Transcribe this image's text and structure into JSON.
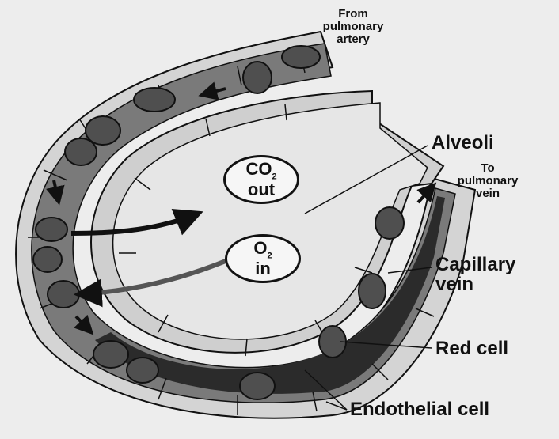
{
  "labels": {
    "from_artery": [
      "From",
      "pulmonary",
      "artery"
    ],
    "alveoli": "Alveoli",
    "to_vein": [
      "To",
      "pulmonary",
      "vein"
    ],
    "capillary_vein": [
      "Capillary",
      "vein"
    ],
    "red_cell": "Red cell",
    "endothelial_cell": "Endothelial cell"
  },
  "bubbles": {
    "co2": {
      "formula": "CO",
      "subscript": "2",
      "word": "out"
    },
    "o2": {
      "formula": "O",
      "subscript": "2",
      "word": "in"
    }
  },
  "colors": {
    "background": "#ededed",
    "outer_wall": "#d4d4d4",
    "capillary_dark": "#2b2b2b",
    "capillary_mid": "#7a7a7a",
    "alveolus_space": "#e6e6e6",
    "red_cell": "#4f4f4f",
    "line": "#111111"
  }
}
